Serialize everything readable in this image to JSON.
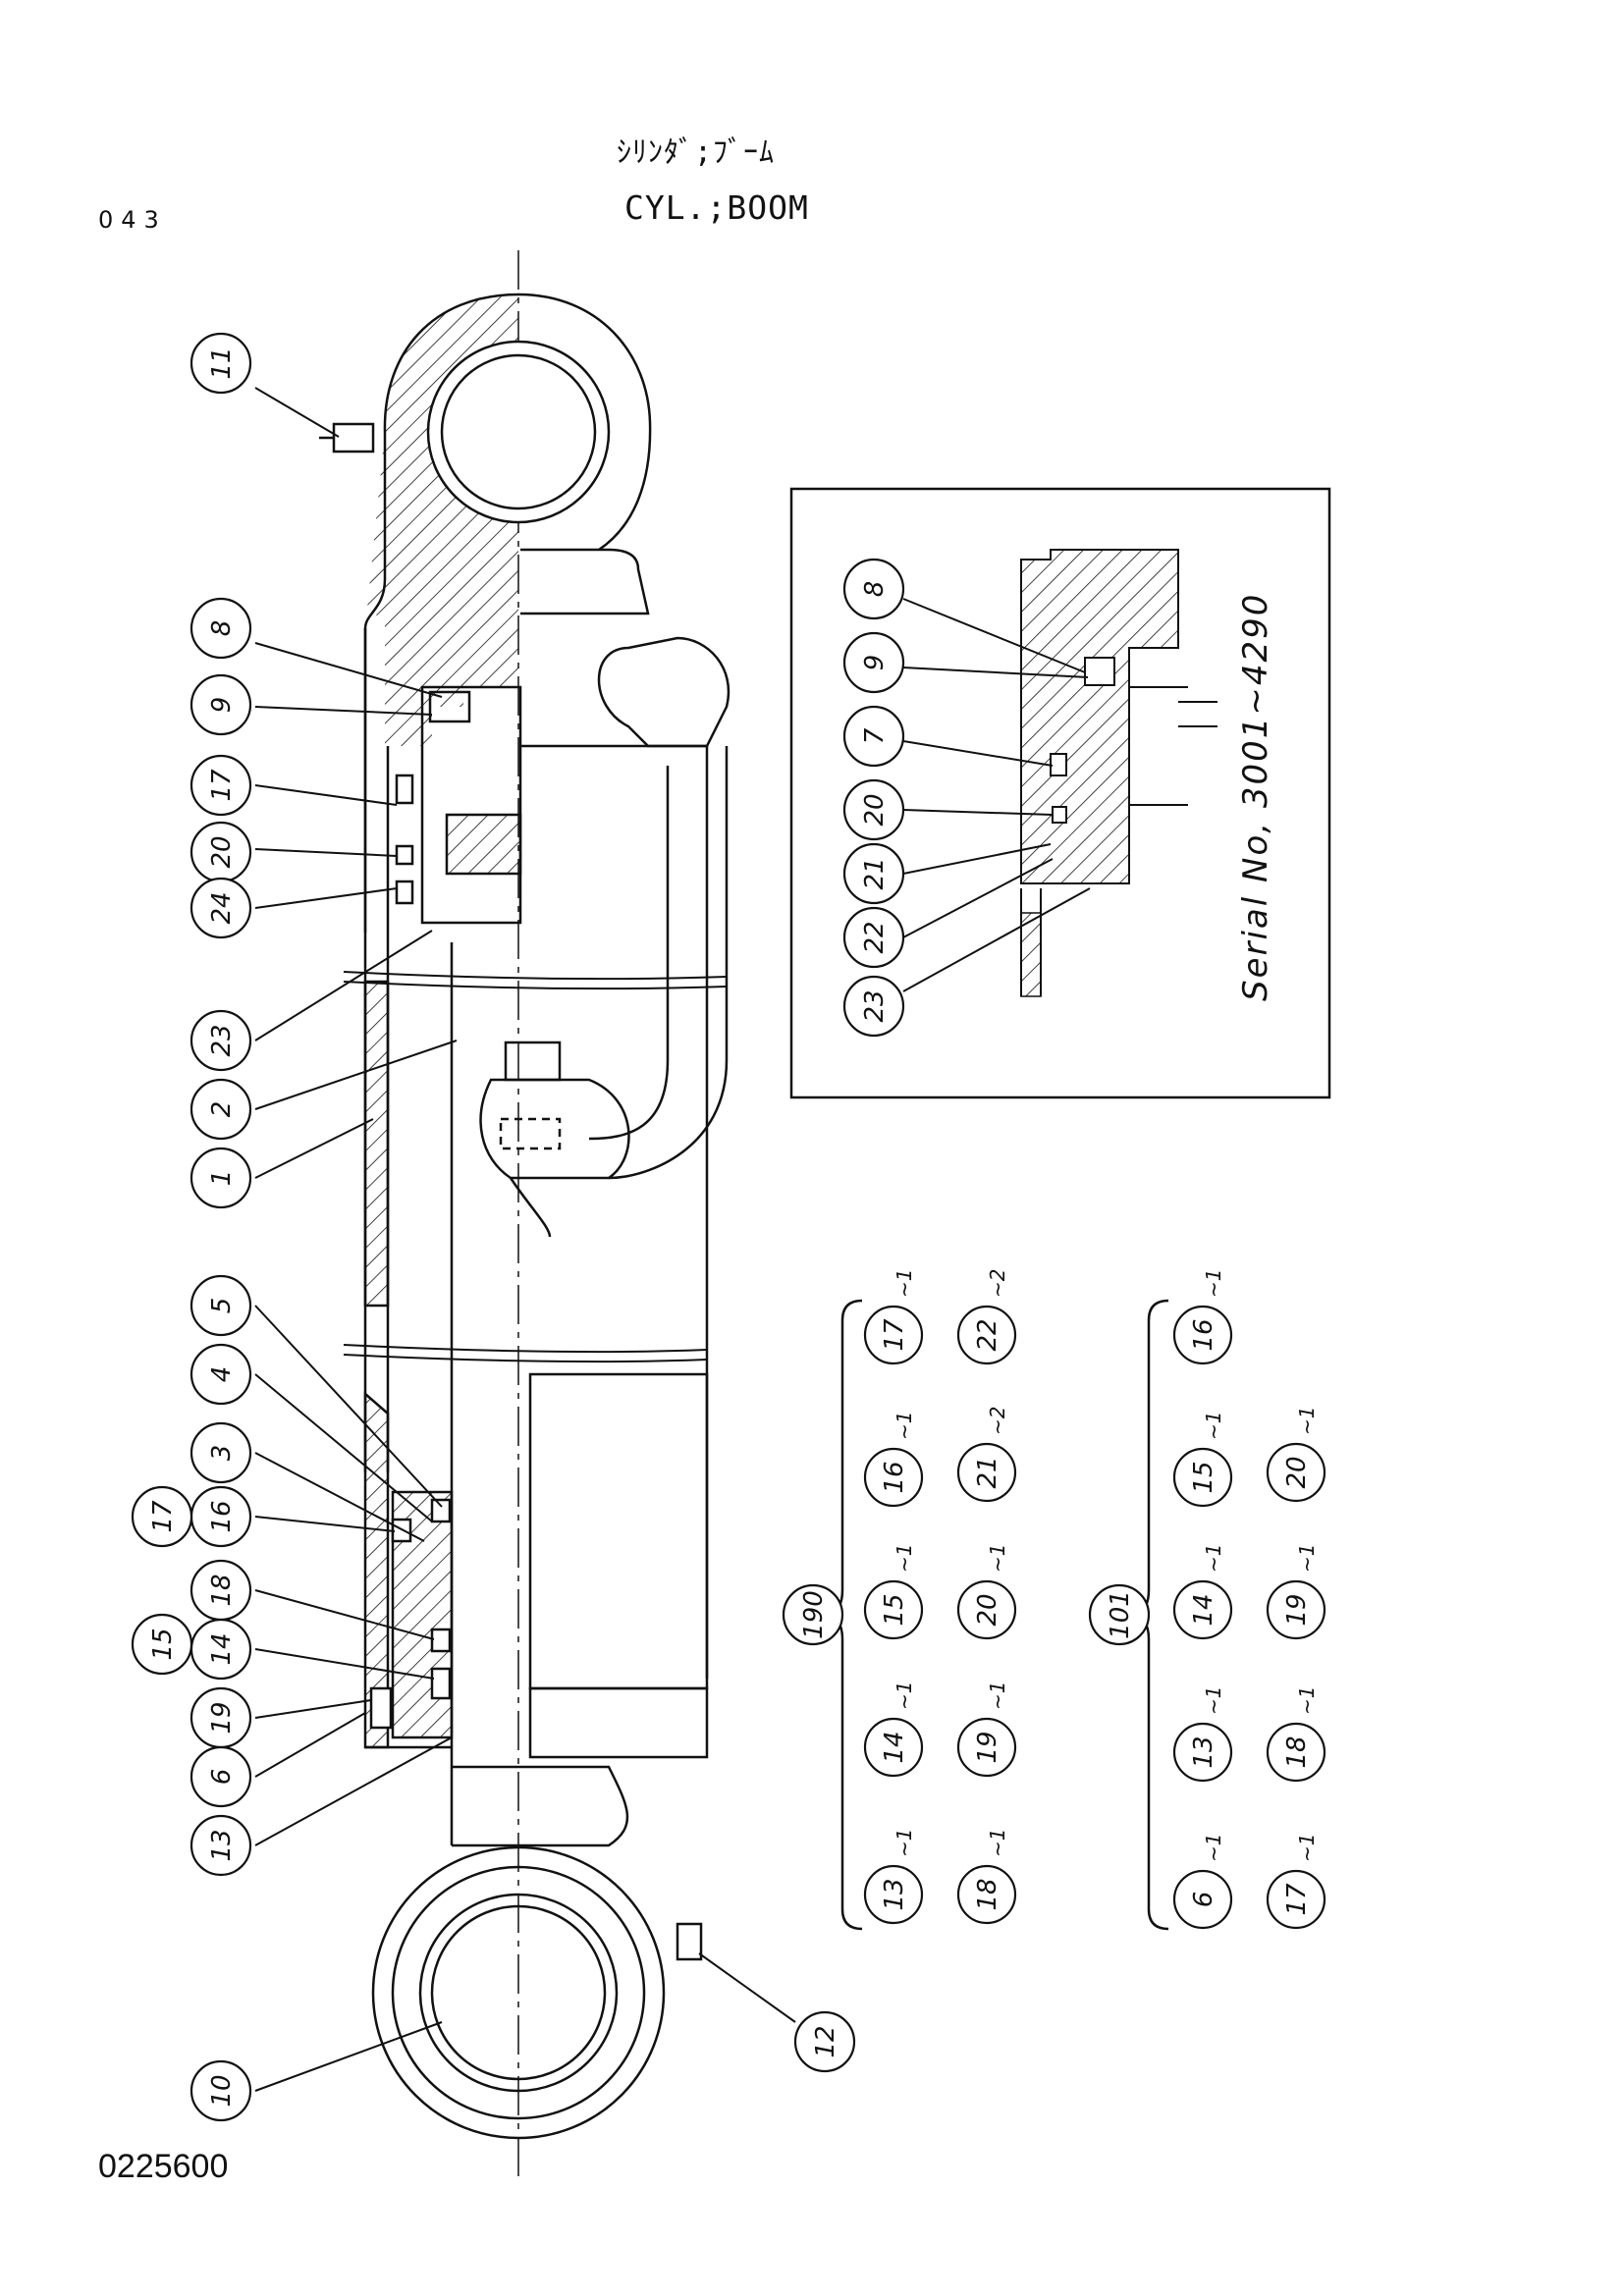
{
  "header": {
    "title_jp": "ｼﾘﾝﾀﾞ;ﾌﾞｰﾑ",
    "title_en": "CYL.;BOOM",
    "page_number": "043"
  },
  "footer": {
    "document_number": "0225600"
  },
  "inset": {
    "serial_note": "Serial No, 3001~4290",
    "callouts": [
      "8",
      "9",
      "7",
      "20",
      "21",
      "22",
      "23"
    ]
  },
  "main_callouts": [
    "11",
    "8",
    "9",
    "17",
    "20",
    "24",
    "23",
    "2",
    "1",
    "5",
    "4",
    "3",
    "16",
    "17",
    "18",
    "15",
    "14",
    "19",
    "6",
    "13",
    "10",
    "12"
  ],
  "kits": [
    {
      "code": "190",
      "items": [
        {
          "part": "17",
          "qty": "1"
        },
        {
          "part": "22",
          "qty": "2"
        },
        {
          "part": "16",
          "qty": "1"
        },
        {
          "part": "21",
          "qty": "2"
        },
        {
          "part": "15",
          "qty": "1"
        },
        {
          "part": "20",
          "qty": "1"
        },
        {
          "part": "14",
          "qty": "1"
        },
        {
          "part": "19",
          "qty": "1"
        },
        {
          "part": "13",
          "qty": "1"
        },
        {
          "part": "18",
          "qty": "1"
        }
      ]
    },
    {
      "code": "101",
      "items": [
        {
          "part": "16",
          "qty": "1"
        },
        {
          "part": "15",
          "qty": "1"
        },
        {
          "part": "20",
          "qty": "1"
        },
        {
          "part": "14",
          "qty": "1"
        },
        {
          "part": "19",
          "qty": "1"
        },
        {
          "part": "13",
          "qty": "1"
        },
        {
          "part": "18",
          "qty": "1"
        },
        {
          "part": "6",
          "qty": "1"
        },
        {
          "part": "17",
          "qty": "1"
        }
      ]
    }
  ],
  "colors": {
    "ink": "#111111",
    "paper": "#ffffff"
  }
}
